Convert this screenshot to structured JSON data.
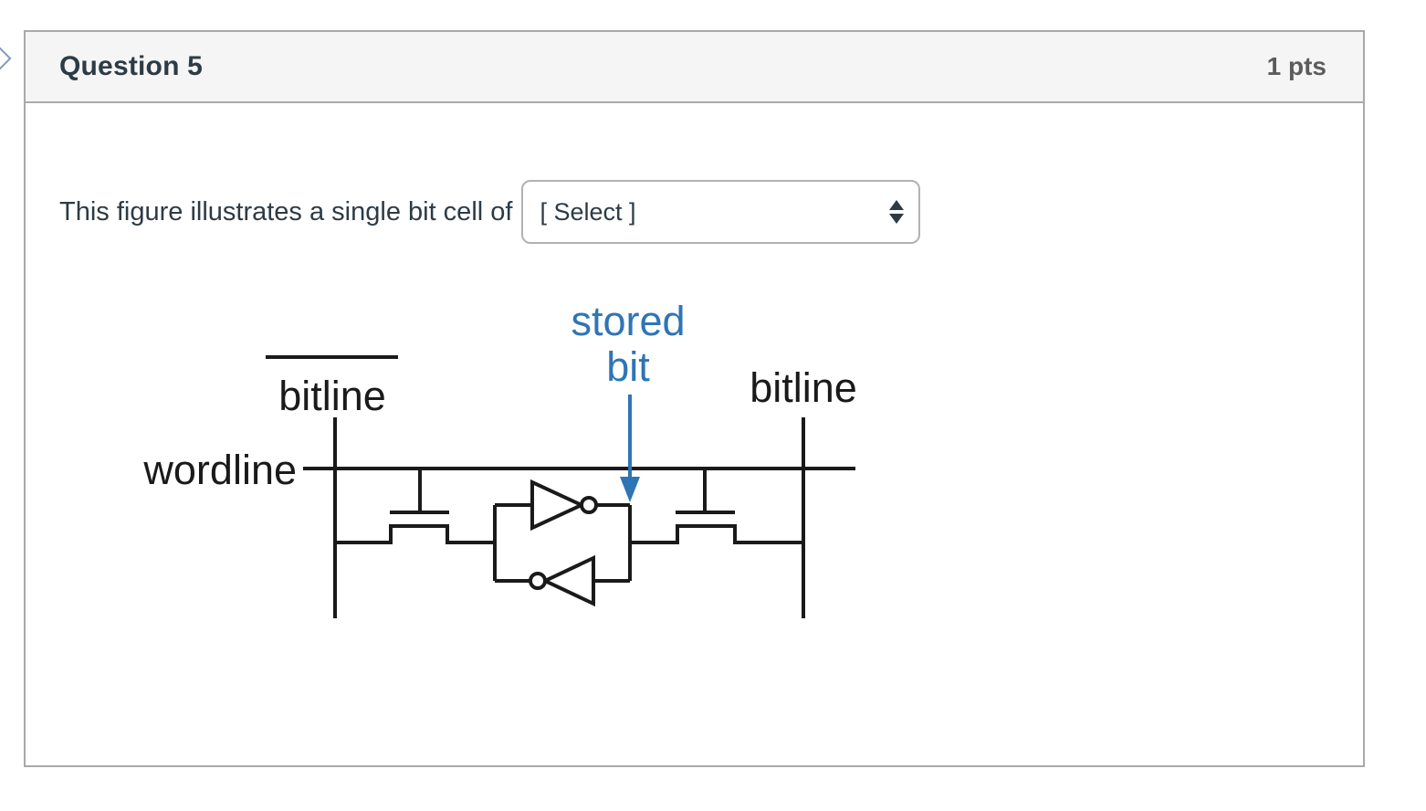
{
  "header": {
    "title": "Question 5",
    "points": "1 pts"
  },
  "question": {
    "text": "This figure illustrates a single bit cell of",
    "select_label": "[ Select ]",
    "select_state": "collapsed"
  },
  "figure": {
    "labels": {
      "bitline_complement": "bitline",
      "bitline_complement_note": "has overline bar (inverted bitline)",
      "stored_line1": "stored",
      "stored_line2": "bit",
      "bitline": "bitline",
      "wordline": "wordline"
    },
    "description": "SRAM bit cell: two cross-coupled inverters holding the stored bit, with two pass transistors gated by the wordline connecting the cell to bitline and complementary bitline",
    "colors": {
      "annotation_blue": "#2e75b5",
      "wire_black": "#1a1a1a"
    }
  },
  "icons": {
    "select_arrows": "up-down-triangles",
    "edge_marker": "diamond-outline-partial"
  },
  "colors": {
    "header_background": "#f5f5f5",
    "card_border": "#a9a9a9",
    "title_text": "#2d3b45",
    "points_text": "#5c5c5c"
  }
}
